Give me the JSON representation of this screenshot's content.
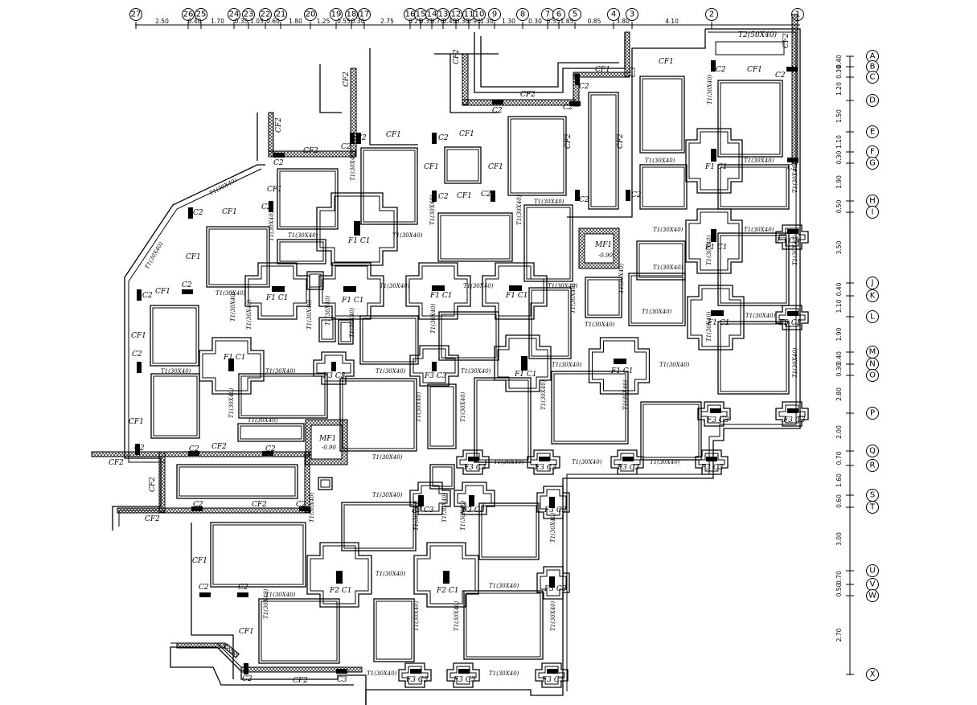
{
  "top_grid": {
    "bubbles": [
      "27",
      "26",
      "25",
      "24",
      "23",
      "22",
      "21",
      "20",
      "19",
      "18",
      "17",
      "16",
      "15",
      "14",
      "13",
      "12",
      "11",
      "10",
      "9",
      "8",
      "7",
      "6",
      "5",
      "4",
      "3",
      "2",
      "1"
    ],
    "dims": [
      "2.50",
      "0.40",
      "1.70",
      "0.35",
      "1.05",
      "0.60",
      "1.80",
      "1.25",
      "0.55",
      "0.30",
      "2.75",
      "0.25",
      "0.35",
      "0.70",
      "0.40",
      "0.30",
      "0.90",
      "1.30",
      "1.30",
      "0.30",
      "0.55",
      "1.85",
      "0.85",
      "3.80",
      "4.10"
    ]
  },
  "right_grid": {
    "bubbles": [
      "A",
      "B",
      "C",
      "D",
      "E",
      "F",
      "G",
      "H",
      "I",
      "J",
      "K",
      "L",
      "M",
      "N",
      "O",
      "P",
      "Q",
      "R",
      "S",
      "T",
      "U",
      "V",
      "W",
      "X"
    ],
    "dims": [
      "0.40",
      "0.30",
      "1.20",
      "1.50",
      "1.10",
      "0.30",
      "1.90",
      "0.50",
      "3.50",
      "0.40",
      "1.10",
      "1.90",
      "0.40",
      "0.30",
      "2.80",
      "2.00",
      "0.70",
      "1.60",
      "0.60",
      "3.00",
      "0.70",
      "0.50",
      "2.70"
    ]
  },
  "labels": {
    "cf1": "CF1",
    "cf2": "CF2",
    "c1": "C1",
    "c2": "C2",
    "c3": "C3",
    "f1c1": "F1 C1",
    "f2c1": "F2 C1",
    "f3c3": "F3 C3",
    "mf1": "MF1",
    "mf_level": "-0.90",
    "tie_h": "T1(30X40)",
    "tie_v": "T1(30X40)",
    "t2": "T2(50X40)"
  },
  "colors": {
    "ink": "#000000",
    "paper": "#ffffff"
  }
}
